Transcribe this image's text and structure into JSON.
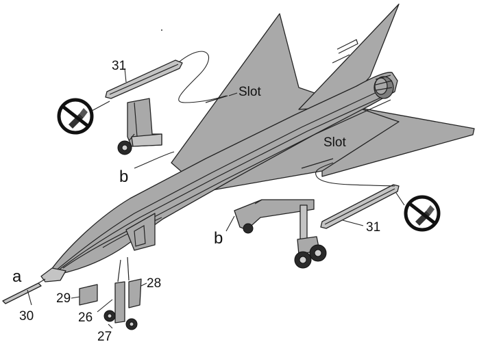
{
  "labels": {
    "slot_upper": "Slot",
    "slot_lower": "Slot",
    "b_left": "b",
    "b_right": "b",
    "a": "a",
    "n31_upper": "31",
    "n31_lower": "31",
    "n30": "30",
    "n29": "29",
    "n28": "28",
    "n26": "26",
    "n27": "27"
  },
  "colors": {
    "part": "#a9a9a9",
    "part_light": "#c4c4c4",
    "outline": "#222222",
    "prohibited_sign": "#111111"
  },
  "icons": {
    "no_glue_upper": "no-glue-icon",
    "no_glue_lower": "no-glue-icon"
  }
}
